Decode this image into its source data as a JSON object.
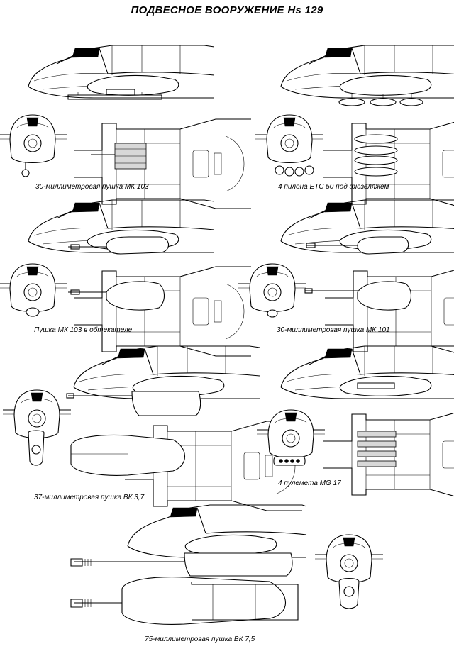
{
  "title": "ПОДВЕСНОЕ ВООРУЖЕНИЕ Hs 129",
  "captions": {
    "mk103": "30-миллиметровая пушка МК 103",
    "etc50": "4 пилона ETC 50 под фюзеляжем",
    "mk103_fairing": "Пушка МК 103 в обтекателе",
    "mk101": "30-миллиметровая пушка МК 101",
    "bk37": "37-миллиметровая пушка ВК 3,7",
    "mg17": "4 пулемета MG 17",
    "bk75": "75-миллиметровая пушка ВК 7,5"
  }
}
